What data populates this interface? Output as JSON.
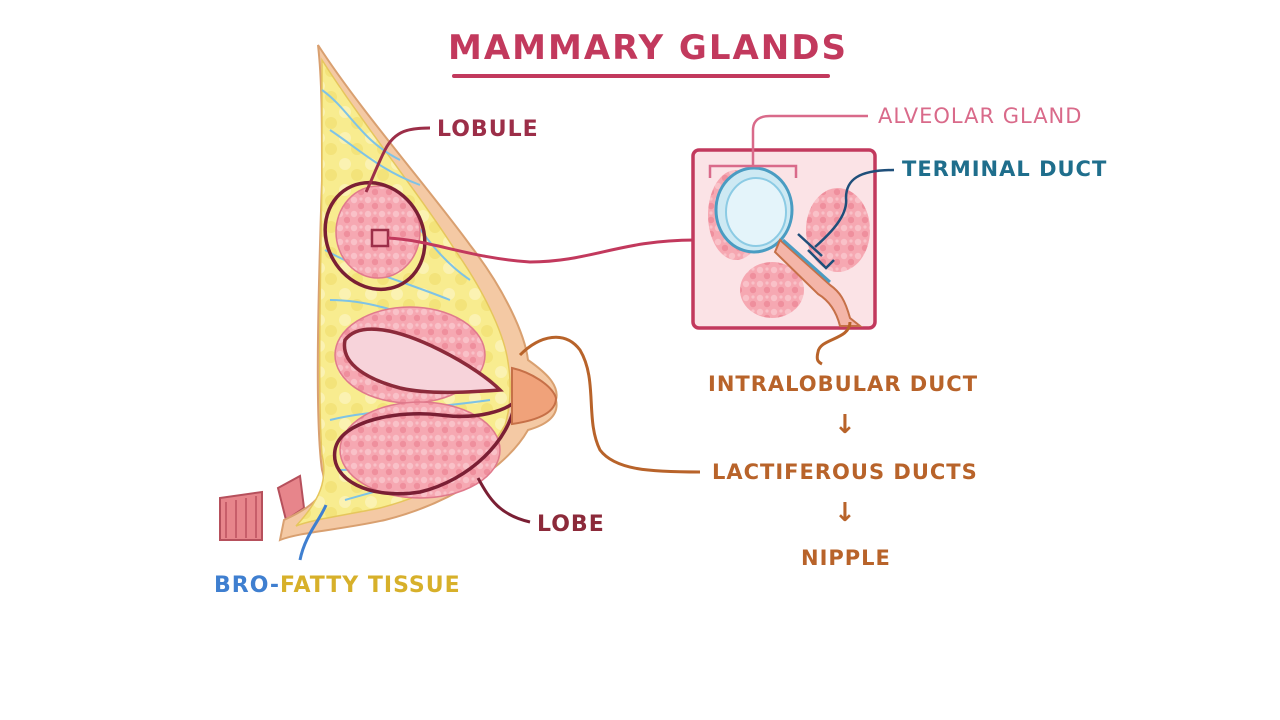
{
  "title": "MAMMARY GLANDS",
  "labels": {
    "lobule": "LOBULE",
    "alveolar_gland": "ALVEOLAR GLAND",
    "terminal_duct": "TERMINAL DUCT",
    "intralobular_duct": "INTRALOBULAR DUCT",
    "lactiferous_ducts": "LACTIFEROUS DUCTS",
    "nipple": "NIPPLE",
    "lobe": "LOBE",
    "fibro_prefix": "BRO-",
    "fatty_tissue": "FATTY TISSUE"
  },
  "flow_arrows": [
    "↓",
    "↓"
  ],
  "colors": {
    "title": "#c2395d",
    "lobule": "#9c2e48",
    "alveolar": "#d96a8a",
    "terminal": "#1f6e8c",
    "duct_flow": "#b8632a",
    "lobe": "#8c2a3a",
    "fibro": "#3f7fd0",
    "fatty": "#d7b02a",
    "fat_fill": "#f7ea8c",
    "tissue_pink": "#f3a7b0",
    "skin": "#f4c9a4",
    "box_fill": "#fbe3e6"
  }
}
